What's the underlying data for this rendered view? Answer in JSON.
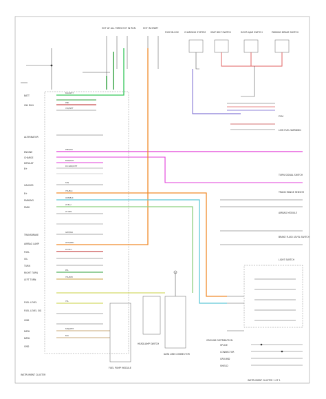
{
  "cluster": {
    "left_labels": [
      "BATT",
      "IGN RUN",
      "",
      "",
      "ALTERNATOR",
      "ENGINE",
      "CHARGE",
      "DEFAULT",
      "B+",
      "GAUGES",
      "B+",
      "PARKING",
      "PARK",
      "TRANSBRAKE",
      "AIRBAG LAMP",
      "FUEL",
      "OIL",
      "TURN",
      "RIGHT TURN",
      "LEFT TURN",
      "FUEL LEVEL",
      "FUEL LEVEL SIG",
      "GND",
      "DATA",
      "DATA",
      "GND"
    ],
    "title": "INSTRUMENT CLUSTER"
  },
  "wire_labels": [
    "BLK/WHT",
    "PNK",
    "VIO/WHT",
    "PNK/BLK",
    "BRN/WHT",
    "DK GRN/WHT",
    "TAN",
    "YEL/BLK",
    "ORN/BLK",
    "LT BLU",
    "LT GRN",
    "GRY/BLK",
    "WHT/RED",
    "DK BLU",
    "PPL",
    "YEL/RED",
    "YEL",
    "TAN/WHT",
    "BLK"
  ],
  "top_labels": [
    "HOT AT ALL TIMES",
    "HOT IN RUN",
    "HOT IN START",
    "FUSE BLOCK"
  ],
  "top_right_labels": [
    "CHARGING SYSTEM",
    "SEAT BELT SWITCH",
    "DOOR AJAR SWITCH",
    "PARKING BRAKE SWITCH"
  ],
  "right_labels": [
    "PCM",
    "LOW FUEL WARNING",
    "TURN SIGNAL SWITCH",
    "TRANS RANGE SENSOR",
    "AIRBAG MODULE",
    "BRAKE FLUID LEVEL SWITCH",
    "LIGHT SWITCH"
  ],
  "bottom_labels": [
    "FUEL PUMP MODULE",
    "HEADLAMP SWITCH",
    "DATA LINK CONNECTOR",
    "GROUND DISTRIBUTION"
  ],
  "legend": [
    "SPLICE",
    "CONNECTOR",
    "GROUND",
    "SHIELD"
  ],
  "footer_left": "",
  "footer_right": "INSTRUMENT CLUSTER 1 OF 1"
}
